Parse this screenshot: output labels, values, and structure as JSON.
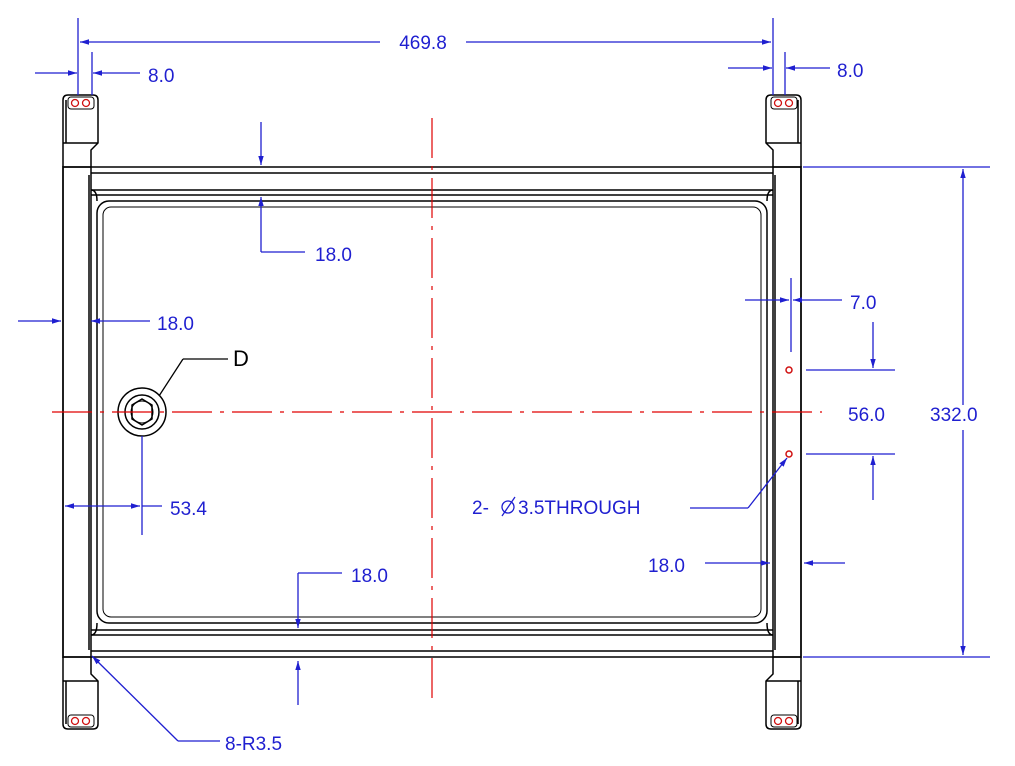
{
  "colors": {
    "outline": "#000000",
    "dimension": "#1f1fd0",
    "centerline": "#e00000",
    "hole": "#d01010"
  },
  "dimensions": {
    "overall_width": "469.8",
    "tab_left": "8.0",
    "tab_right": "8.0",
    "rail_top": "18.0",
    "rail_left": "18.0",
    "offset_hole": "7.0",
    "hole_spacing": "56.0",
    "overall_height": "332.0",
    "hole_callout": "2-",
    "hole_callout_spec": "3.5THROUGH",
    "plug_offset": "53.4",
    "rail_bottom": "18.0",
    "rail_right": "18.0",
    "fillet_callout": "8-R3.5"
  },
  "labels": {
    "detail": "D"
  }
}
